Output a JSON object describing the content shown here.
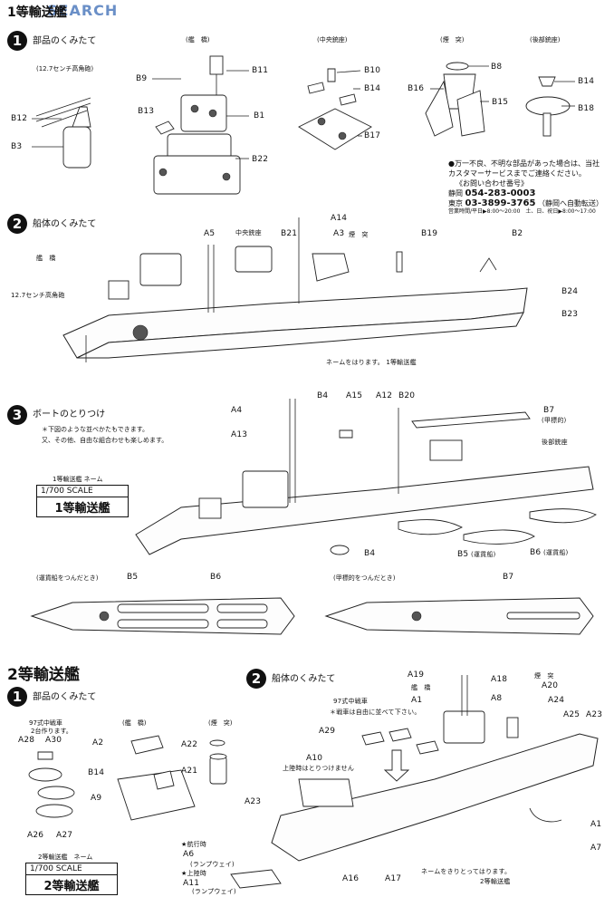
{
  "header": {
    "watermark": "SEARCH",
    "title_top": "1等輸送艦"
  },
  "section1": {
    "step1": {
      "num": "1",
      "title": "部品のくみたて"
    },
    "groups": {
      "bridge": "(艦　橋)",
      "center_mount": "(中央銃座)",
      "funnel": "(煙　突)",
      "rear_mount": "(後部銃座)",
      "aa_gun": "(12.7センチ高角砲)"
    },
    "parts": {
      "b9": "B9",
      "b11": "B11",
      "b13": "B13",
      "b1": "B1",
      "b22": "B22",
      "b12": "B12",
      "b3": "B3",
      "b10": "B10",
      "b14a": "B14",
      "b17": "B17",
      "b8": "B8",
      "b16": "B16",
      "b15": "B15",
      "b14b": "B14",
      "b18": "B18"
    },
    "contact": {
      "note1": "●万一不良、不明な部品があった場合は、当社",
      "note2": "カスタマーサービスまでご連絡ください。",
      "inquiry": "《お問い合わせ番号》",
      "shizuoka_label": "静岡",
      "shizuoka_num": "054-283-0003",
      "tokyo_label": "東京",
      "tokyo_num": "03-3899-3765",
      "tokyo_note": "（静岡へ自動転送）",
      "hours": "営業時間/平日▶8:00〜20:00　土、日、祝日▶8:00〜17:00"
    },
    "step2": {
      "num": "2",
      "title": "船体のくみたて"
    },
    "step2_labels": {
      "bridge": "艦　橋",
      "aa": "12.7センチ高角砲",
      "center": "中央銃座",
      "a5": "A5",
      "b21": "B21",
      "a3": "A3",
      "funnel": "煙　突",
      "a14": "A14",
      "b19": "B19",
      "b2": "B2",
      "b24": "B24",
      "b23": "B23",
      "name_note": "ネームをはります。 1等輸送艦"
    },
    "step3": {
      "num": "3",
      "title": "ボートのとりつけ"
    },
    "step3_note1": "＊下図のような並べかたもできます。",
    "step3_note2": "又、その他、自由な組合わせも楽しめます。",
    "step3_labels": {
      "a4": "A4",
      "a13": "A13",
      "b4a": "B4",
      "a15": "A15",
      "a12": "A12",
      "b20": "B20",
      "b7": "B7",
      "b7n": "(甲標的)",
      "rear": "後部銃座",
      "b4b": "B4",
      "b5": "B5",
      "b5n": "(運貨船)",
      "b6": "B6",
      "b6n": "(運貨船)"
    },
    "nameplate1": {
      "caption": "1等輸送艦 ネーム",
      "scale": "1/700 SCALE",
      "name": "1等輸送艦"
    },
    "plan1": {
      "caption": "(運貨船をつんだとき)",
      "b5": "B5",
      "b6": "B6"
    },
    "plan2": {
      "caption": "(甲標的をつんだとき)",
      "b7": "B7"
    }
  },
  "section2": {
    "title": "2等輸送艦",
    "step1": {
      "num": "1",
      "title": "部品のくみたて"
    },
    "groups": {
      "tank": "97式中戦車",
      "tank_note": "2台作ります。",
      "bridge": "(艦　橋)",
      "funnel": "(煙　突)"
    },
    "parts": {
      "a28": "A28",
      "a30": "A30",
      "a26": "A26",
      "a27": "A27",
      "a2": "A2",
      "b14": "B14",
      "a9": "A9",
      "a22": "A22",
      "a21": "A21"
    },
    "nameplate2": {
      "caption": "2等輸送艦　ネーム",
      "scale": "1/700 SCALE",
      "name": "2等輸送艦"
    },
    "step2": {
      "num": "2",
      "title": "船体のくみたて"
    },
    "step2_labels": {
      "a19": "A19",
      "bridge": "艦　橋",
      "a1a": "A1",
      "a18": "A18",
      "funnel": "煙　突",
      "a20": "A20",
      "a8": "A8",
      "a24": "A24",
      "a25": "A25",
      "a23a": "A23",
      "tank": "97式中戦車",
      "tank_note": "＊戦車は自由に並べて下さい。",
      "a29": "A29",
      "a10": "A10",
      "landing_note": "上陸時はとりつけません",
      "a23b": "A23",
      "a1b": "A1",
      "a7": "A7",
      "cruise": "★航行時",
      "a6": "A6",
      "a6n": "(ランプウェイ)",
      "landing": "★上陸時",
      "a11": "A11",
      "a11n": "(ランプウェイ)",
      "a16": "A16",
      "a17": "A17",
      "name_note": "ネームをきりとってはります。",
      "name_note2": "2等輸送艦"
    }
  }
}
